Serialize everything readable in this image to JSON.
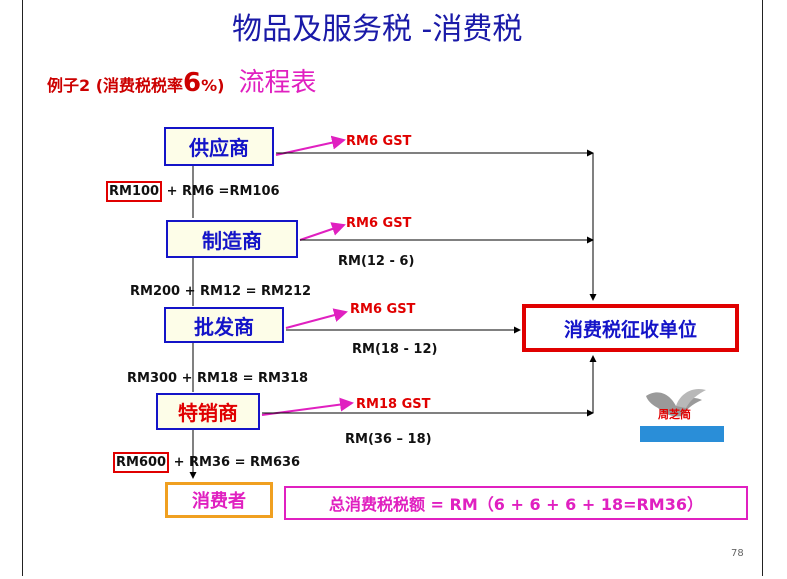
{
  "title": "物品及服务税 -消费税",
  "subtitle": {
    "prefix": "例子",
    "num": "2",
    "mid": " (消费税税率",
    "rate": "6",
    "suffix": "%)",
    "flow": "流程表"
  },
  "parties": {
    "supplier": "供应商",
    "manufacturer": "制造商",
    "wholesaler": "批发商",
    "retailer": "特销商",
    "consumer": "消费者"
  },
  "authority": "消费税征收单位",
  "gst_labels": [
    "RM6 GST",
    "RM6 GST",
    "RM6  GST",
    "RM18  GST"
  ],
  "price_lines": {
    "p1_base": "RM100",
    "p1_rest": " + RM6 =RM106",
    "p2": "RM200 + RM12 = RM212",
    "p3": "RM300 + RM18 = RM318",
    "p4_base": "RM600",
    "p4_rest": " + RM36 = RM636"
  },
  "diff_labels": [
    "RM(12 - 6)",
    "RM(18 - 12)",
    "RM(36 – 18)"
  ],
  "total": "总消费税税额 = RM（6 + 6 + 6 + 18=RM36）",
  "logo_text": "周芝简",
  "page_number": "78",
  "colors": {
    "title": "#1a1aa8",
    "box_border": "#1414c8",
    "box_fill": "#fdfde8",
    "gst": "#e00000",
    "magenta": "#e020c0",
    "consumer_border": "#f0a020"
  }
}
